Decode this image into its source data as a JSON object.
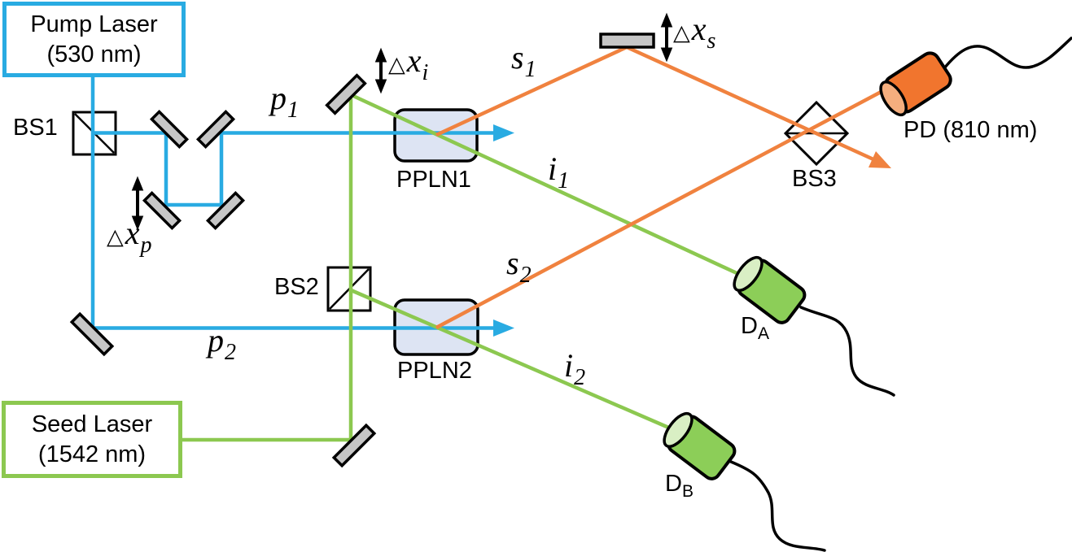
{
  "colors": {
    "pump_beam": "#29ABE2",
    "seed_beam": "#8CC850",
    "signal_beam": "#F0823F",
    "crystal_fill": "#DDE4F3",
    "mirror_fill": "#C6C6C6",
    "detector_green": "#8CCE58",
    "detector_green_face": "#D9EFC4",
    "detector_orange": "#F1752E",
    "detector_orange_face": "#F5AE7E",
    "outline": "#000000"
  },
  "sources": {
    "pump": {
      "line1": "Pump Laser",
      "line2": "(530 nm)"
    },
    "seed": {
      "line1": "Seed Laser",
      "line2": "(1542 nm)"
    }
  },
  "labels": {
    "bs1": "BS1",
    "bs2": "BS2",
    "bs3": "BS3",
    "ppln1": "PPLN1",
    "ppln2": "PPLN2",
    "pd": "PD (810 nm)",
    "detector_a": {
      "main": "D",
      "sub": "A"
    },
    "detector_b": {
      "main": "D",
      "sub": "B"
    },
    "p1": {
      "main": "p",
      "sub": "1"
    },
    "p2": {
      "main": "p",
      "sub": "2"
    },
    "s1": {
      "main": "s",
      "sub": "1"
    },
    "s2": {
      "main": "s",
      "sub": "2"
    },
    "i1": {
      "main": "i",
      "sub": "1"
    },
    "i2": {
      "main": "i",
      "sub": "2"
    },
    "dx_p": {
      "tri": "△",
      "main": "x",
      "sub": "p"
    },
    "dx_i": {
      "tri": "△",
      "main": "x",
      "sub": "i"
    },
    "dx_s": {
      "tri": "△",
      "main": "x",
      "sub": "s"
    }
  }
}
